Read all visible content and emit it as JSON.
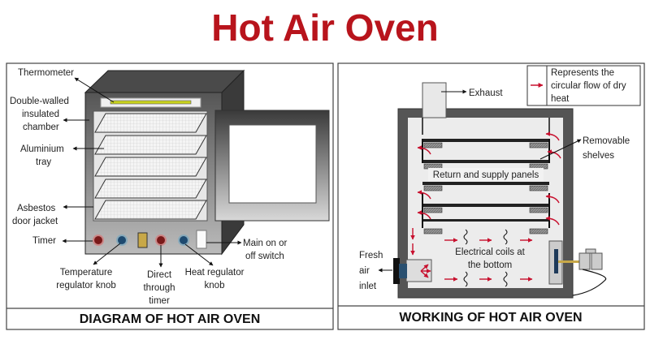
{
  "title": "Hot Air Oven",
  "diagram_left": {
    "caption": "DIAGRAM OF HOT AIR OVEN",
    "labels": {
      "thermometer": "Thermometer",
      "chamber": [
        "Double-walled",
        "insulated",
        "chamber"
      ],
      "tray": [
        "Aluminium",
        "tray"
      ],
      "jacket": [
        "Asbestos",
        "door jacket"
      ],
      "timer": "Timer",
      "temp_knob": [
        "Temperature",
        "regulator knob"
      ],
      "direct": [
        "Direct",
        "through",
        "timer"
      ],
      "heat_knob": [
        "Heat regulator",
        "knob"
      ],
      "switch": [
        "Main on or",
        "off switch"
      ]
    }
  },
  "diagram_right": {
    "caption": "WORKING OF HOT AIR OVEN",
    "legend": [
      "Represents the",
      "circular flow of dry",
      "heat"
    ],
    "labels": {
      "exhaust": "Exhaust",
      "shelves": [
        "Removable",
        "shelves"
      ],
      "panels": "Return and supply panels",
      "coils": [
        "Electrical coils at",
        "the bottom"
      ],
      "inlet": [
        "Fresh",
        "air",
        "inlet"
      ]
    }
  },
  "colors": {
    "title": "#b8141c",
    "flow_arrow": "#c8102e",
    "thermometer": "#c8d21e"
  }
}
